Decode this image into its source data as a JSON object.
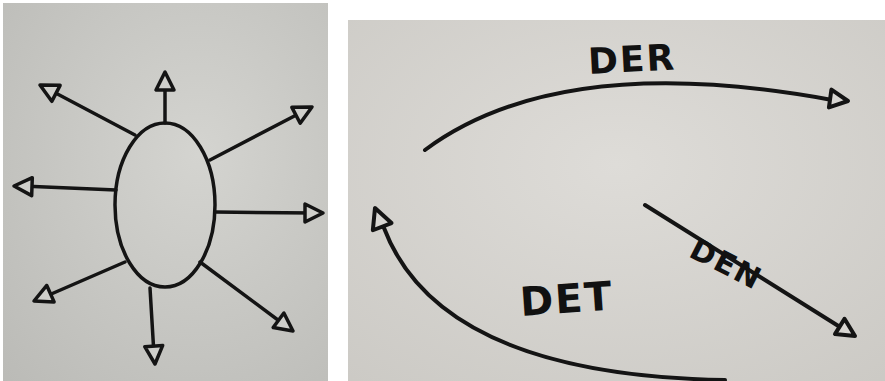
{
  "diagram": {
    "labels": [
      "DER",
      "DEN",
      "DET"
    ]
  }
}
